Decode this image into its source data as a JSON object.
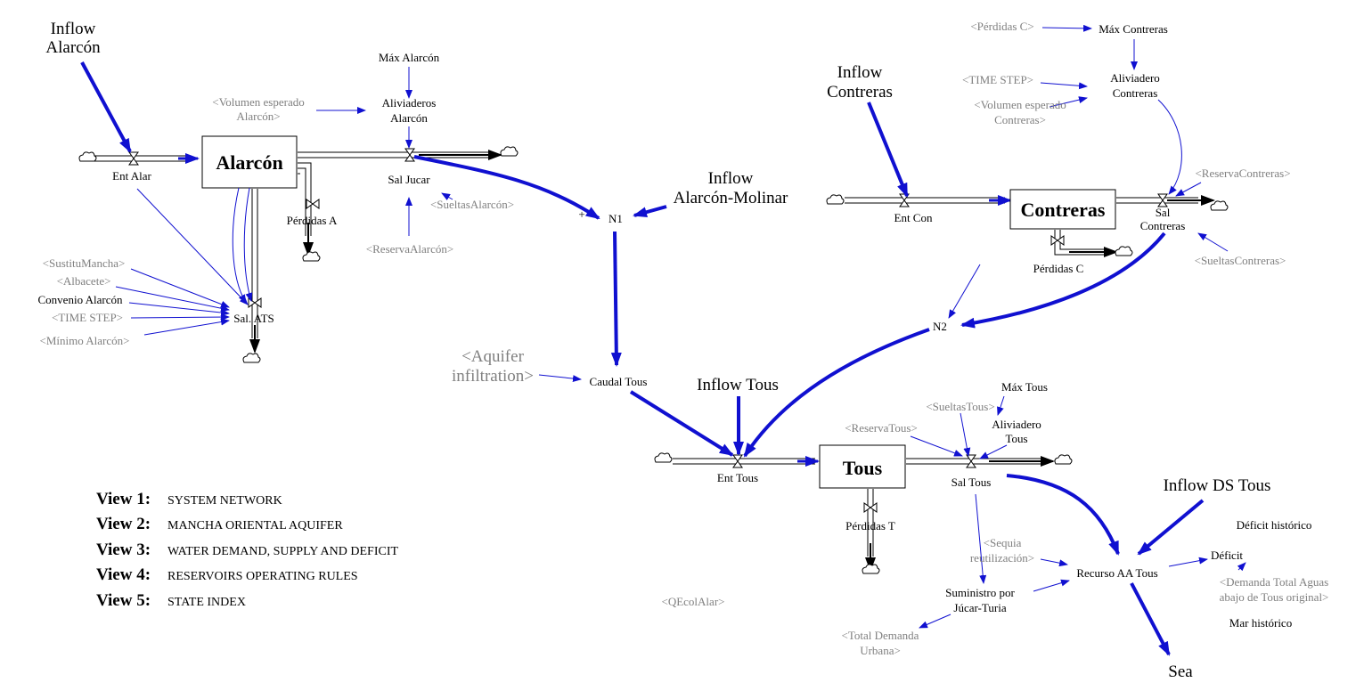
{
  "stocks": {
    "alarcon": "Alarcón",
    "contreras": "Contreras",
    "tous": "Tous"
  },
  "labels": {
    "inflow_alarcon_1": "Inflow",
    "inflow_alarcon_2": "Alarcón",
    "ent_alar": "Ent Alar",
    "max_alarcon": "Máx Alarcón",
    "vol_esp_alarcon_1": "<Volumen esperado",
    "vol_esp_alarcon_2": "Alarcón>",
    "aliviaderos_alarcon_1": "Aliviaderos",
    "aliviaderos_alarcon_2": "Alarcón",
    "sal_jucar": "Sal Jucar",
    "perdidas_a": "Pérdidas A",
    "sueltas_alarcon": "<SueltasAlarcón>",
    "reserva_alarcon": "<ReservaAlarcón>",
    "sustitu_mancha": "<SustituMancha>",
    "albacete": "<Albacete>",
    "convenio_alarcon": "Convenio Alarcón",
    "time_step_1": "<TIME STEP>",
    "minimo_alarcon": "<Mínimo Alarcón>",
    "sal_ats": "Sal. ATS",
    "inflow_am_1": "Inflow",
    "inflow_am_2": "Alarcón-Molinar",
    "n1": "N1",
    "plus": "+",
    "aquifer_1": "<Aquifer",
    "aquifer_2": "infiltration>",
    "caudal_tous": "Caudal Tous",
    "inflow_tous": "Inflow Tous",
    "ent_tous": "Ent Tous",
    "perdidas_c_top": "<Pérdidas C>",
    "max_contreras": "Máx Contreras",
    "time_step_2": "<TIME STEP>",
    "aliviadero_contreras_1": "Aliviadero",
    "aliviadero_contreras_2": "Contreras",
    "vol_esp_contreras_1": "<Volumen esperado",
    "vol_esp_contreras_2": "Contreras>",
    "inflow_contreras_1": "Inflow",
    "inflow_contreras_2": "Contreras",
    "ent_con": "Ent Con",
    "reserva_contreras": "<ReservaContreras>",
    "sal_contreras_1": "Sal",
    "sal_contreras_2": "Contreras",
    "perdidas_c": "Pérdidas C",
    "sueltas_contreras": "<SueltasContreras>",
    "n2": "N2",
    "max_tous": "Máx Tous",
    "sueltas_tous": "<SueltasTous>",
    "aliviadero_tous_1": "Aliviadero",
    "aliviadero_tous_2": "Tous",
    "reserva_tous": "<ReservaTous>",
    "sal_tous": "Sal Tous",
    "perdidas_t": "Pérdidas T",
    "sequia_1": "<Sequia",
    "sequia_2": "reutilización>",
    "suministro_1": "Suministro por",
    "suministro_2": "Júcar-Turia",
    "total_demanda_1": "<Total Demanda",
    "total_demanda_2": "Urbana>",
    "qecolalar": "<QEcolAlar>",
    "inflow_ds_tous": "Inflow DS Tous",
    "deficit_historico": "Déficit histórico",
    "deficit": "Déficit",
    "demanda_total_1": "<Demanda Total Aguas",
    "demanda_total_2": "abajo de Tous original>",
    "mar_historico": "Mar histórico",
    "recurso_aa_tous": "Recurso AA Tous",
    "sea": "Sea"
  },
  "views": [
    {
      "label": "View 1:",
      "desc": "SYSTEM NETWORK"
    },
    {
      "label": "View 2:",
      "desc": "MANCHA ORIENTAL AQUIFER"
    },
    {
      "label": "View 3:",
      "desc": "WATER DEMAND, SUPPLY AND DEFICIT"
    },
    {
      "label": "View 4:",
      "desc": "RESERVOIRS OPERATING RULES"
    },
    {
      "label": "View 5:",
      "desc": "STATE INDEX"
    }
  ],
  "colors": {
    "link": "#1010d0",
    "shadow_text": "#808080",
    "text": "#000000"
  }
}
